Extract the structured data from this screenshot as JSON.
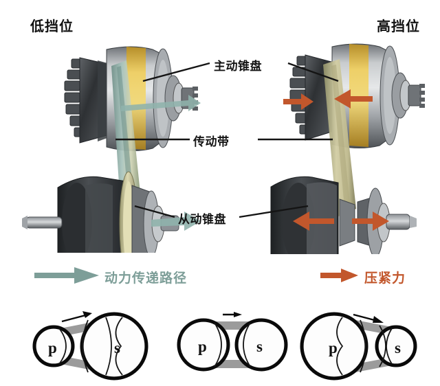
{
  "page": {
    "topic": "CVT cone pulley drive diagram",
    "background": "#ffffff"
  },
  "headings": {
    "low_gear": "低挡位",
    "high_gear": "高挡位"
  },
  "callouts": {
    "drive_pulley": "主动锥盘",
    "belt": "传动带",
    "driven_pulley": "从动锥盘"
  },
  "legend": {
    "power_path": {
      "label": "动力传递路径",
      "color": "#7d9e98",
      "arrow": "long-right-arrow-icon"
    },
    "clamping_force": {
      "label": "压紧力",
      "color": "#c2572c",
      "arrow": "short-right-arrow-icon"
    }
  },
  "colors": {
    "teal_arrow": "#7d9e98",
    "teal_belt": "#8fb3ac",
    "orange_arrow": "#c2572c",
    "gold_band": "#e0b83c",
    "belt_cream": "#cfc79a",
    "metal_light": "#cfd2d4",
    "metal_mid": "#8d9196",
    "metal_dark": "#3c3f42",
    "ink": "#141414"
  },
  "assemblies": {
    "left": {
      "name": "低挡位 assembly",
      "drive_pulley_state": "open",
      "driven_pulley_state": "closed",
      "arrow_type": "power-path",
      "arrow_color": "#7d9e98",
      "arrow_count": 3
    },
    "right": {
      "name": "高挡位 assembly",
      "drive_pulley_state": "closed",
      "driven_pulley_state": "open",
      "arrow_type": "clamping-force",
      "arrow_color": "#c2572c",
      "arrow_count": 4
    }
  },
  "schematics": [
    {
      "id": "low-ratio",
      "primary_label": "p",
      "secondary_label": "s",
      "primary_size": "small",
      "secondary_size": "large",
      "rotation_arrow": "tilted-right-arrow-icon"
    },
    {
      "id": "one-to-one",
      "primary_label": "p",
      "secondary_label": "s",
      "primary_size": "medium",
      "secondary_size": "medium",
      "rotation_arrow": "right-arrow-icon"
    },
    {
      "id": "high-ratio",
      "primary_label": "p",
      "secondary_label": "s",
      "primary_size": "large",
      "secondary_size": "small",
      "rotation_arrow": "tilted-right-arrow-icon"
    }
  ]
}
